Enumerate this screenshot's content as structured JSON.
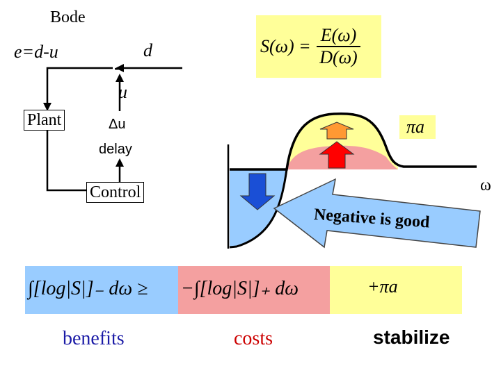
{
  "title": "Bode",
  "loop": {
    "error_eq": "e=d-u",
    "disturbance": "d",
    "minus_sign": "-",
    "u_label": "u",
    "plant": "Plant",
    "delta_u": "Δu",
    "delay": "delay",
    "control": "Control"
  },
  "sensitivity": {
    "lhs": "S(ω) =",
    "numerator": "E(ω)",
    "denominator": "D(ω)"
  },
  "graph": {
    "pi_a": "πa",
    "omega": "ω",
    "arrow_text": "Negative is good"
  },
  "inequality": {
    "left": "∫[log|S|]₋ dω ≥",
    "right": "−∫[log|S|]₊ dω",
    "extra": "+πa"
  },
  "labels": {
    "benefits": "benefits",
    "costs": "costs",
    "stabilize": "stabilize"
  },
  "colors": {
    "yellow": "#ffff99",
    "pink": "#f4a0a0",
    "blue": "#99ccff",
    "arrow_blue": "#1a4fd6",
    "orange": "#ff9933",
    "red": "#ff0000"
  }
}
